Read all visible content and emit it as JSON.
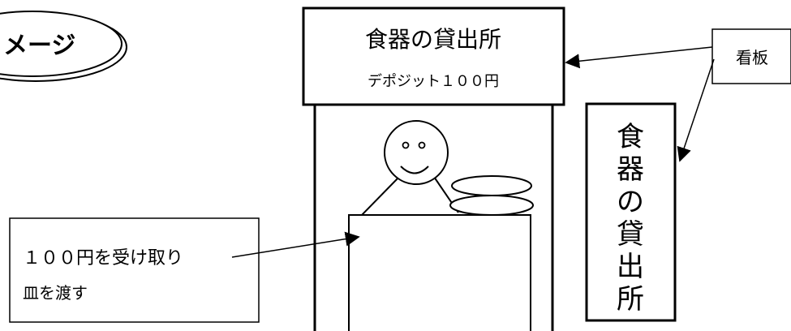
{
  "image_label": {
    "text": "メージ"
  },
  "booth_sign": {
    "title": "食器の貸出所",
    "subtitle": "デポジット１００円"
  },
  "side_sign": {
    "chars": [
      "食",
      "器",
      "の",
      "貸",
      "出",
      "所"
    ]
  },
  "callout_sign": {
    "text": "看板"
  },
  "callout_exchange": {
    "line1": "１００円を受け取り",
    "line2": "皿を渡す"
  }
}
